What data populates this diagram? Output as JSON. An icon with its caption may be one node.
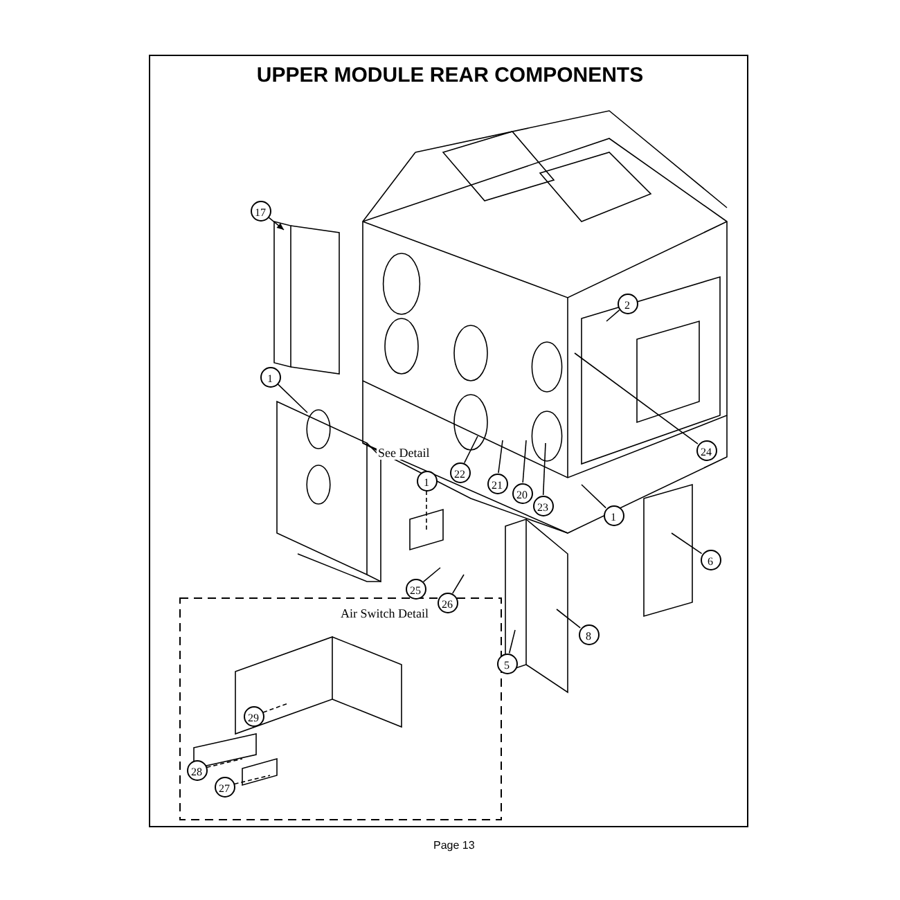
{
  "diagram": {
    "title": "UPPER MODULE REAR COMPONENTS",
    "nodes": [
      {
        "text": [
          "17"
        ]
      },
      {
        "text": [
          "1"
        ]
      },
      {
        "text": [
          "2"
        ]
      },
      {
        "text": [
          "24"
        ]
      },
      {
        "text": [
          "1"
        ]
      },
      {
        "text": [
          "6"
        ]
      },
      {
        "text": [
          "22"
        ]
      },
      {
        "text": [
          "21"
        ]
      },
      {
        "text": [
          "20"
        ]
      },
      {
        "text": [
          "23"
        ]
      },
      {
        "text": [
          "1"
        ]
      },
      {
        "text": [
          "25"
        ]
      },
      {
        "text": [
          "26"
        ]
      },
      {
        "text": [
          "5"
        ]
      },
      {
        "text": [
          "8"
        ]
      },
      {
        "text": [
          "29"
        ]
      },
      {
        "text": [
          "28"
        ]
      },
      {
        "text": [
          "27"
        ]
      }
    ],
    "edges": [
      {
        "from": 0,
        "to": null,
        "arrow": "to"
      },
      {
        "from": 1,
        "to": null,
        "arrow": "none"
      },
      {
        "from": 2,
        "to": null,
        "arrow": "none"
      },
      {
        "from": 3,
        "to": null,
        "arrow": "none"
      },
      {
        "from": 4,
        "to": null,
        "arrow": "none"
      },
      {
        "from": 5,
        "to": null,
        "arrow": "none"
      },
      {
        "from": 6,
        "to": null,
        "arrow": "none"
      },
      {
        "from": 7,
        "to": null,
        "arrow": "none"
      },
      {
        "from": 8,
        "to": null,
        "arrow": "none"
      },
      {
        "from": 9,
        "to": null,
        "arrow": "none"
      },
      {
        "from": 10,
        "to": null,
        "arrow": "none",
        "style": "dashed"
      },
      {
        "from": 11,
        "to": null,
        "arrow": "none"
      },
      {
        "from": 12,
        "to": null,
        "arrow": "none"
      },
      {
        "from": 13,
        "to": null,
        "arrow": "none"
      },
      {
        "from": 14,
        "to": null,
        "arrow": "none"
      },
      {
        "from": 15,
        "to": null,
        "arrow": "none",
        "style": "dashed"
      },
      {
        "from": 16,
        "to": null,
        "arrow": "none",
        "style": "dashed"
      },
      {
        "from": 17,
        "to": null,
        "arrow": "none",
        "style": "dashed"
      }
    ],
    "labels": [
      "See Detail",
      "Air Switch Detail",
      "Page 13"
    ]
  }
}
